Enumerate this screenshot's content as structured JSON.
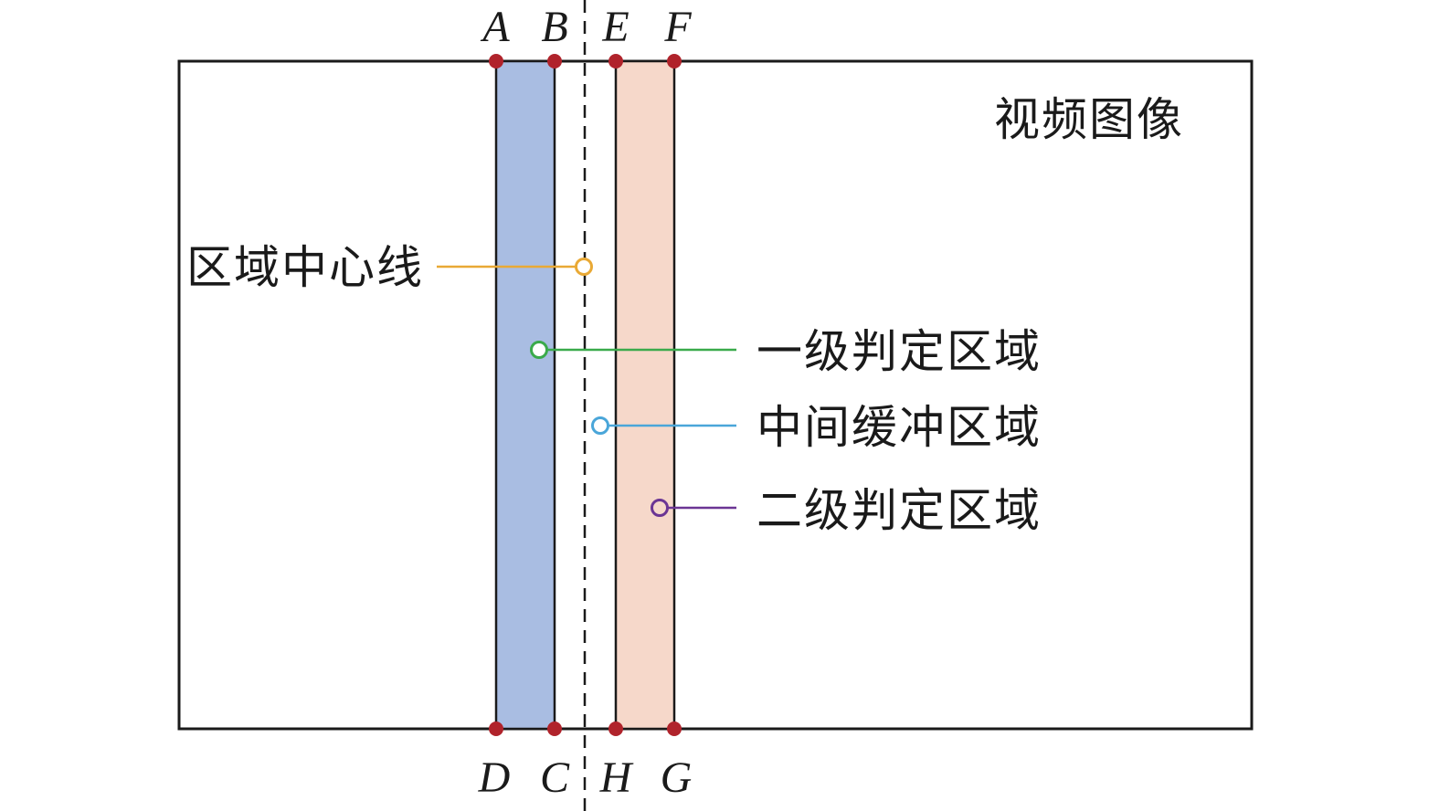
{
  "title": "视频图像",
  "points_top": [
    "A",
    "B",
    "E",
    "F"
  ],
  "points_bottom": [
    "D",
    "C",
    "H",
    "G"
  ],
  "callouts": {
    "center_line": "区域中心线",
    "level1": "一级判定区域",
    "buffer": "中间缓冲区域",
    "level2": "二级判定区域"
  },
  "colors": {
    "level1_fill": "#a9bde2",
    "level2_fill": "#f6d8ca",
    "point": "#b0232b",
    "center_line": "#e9a935",
    "level1": "#3aaa4b",
    "buffer": "#4aa6d9",
    "level2": "#6b3594"
  }
}
